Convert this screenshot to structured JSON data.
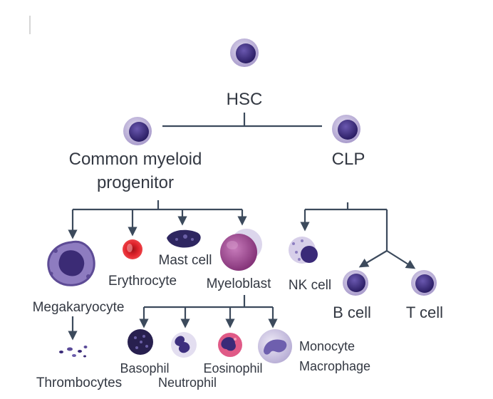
{
  "colors": {
    "line": "#3c4a5c",
    "cell_outer": "#b9aed6",
    "cell_nucleus": "#3a2a78",
    "erythrocyte": "#e0232b",
    "myeloblast": "#a9579d",
    "text": "#333842"
  },
  "labels": {
    "hsc": "HSC",
    "cmp_line1": "Common myeloid",
    "cmp_line2": "progenitor",
    "clp": "CLP",
    "megakaryocyte": "Megakaryocyte",
    "erythrocyte": "Erythrocyte",
    "mast_cell": "Mast cell",
    "myeloblast": "Myeloblast",
    "nk_cell": "NK cell",
    "b_cell": "B cell",
    "t_cell": "T cell",
    "thrombocytes": "Thrombocytes",
    "basophil": "Basophil",
    "neutrophil": "Neutrophil",
    "eosinophil": "Eosinophil",
    "monocyte": "Monocyte",
    "macrophage": "Macrophage"
  }
}
